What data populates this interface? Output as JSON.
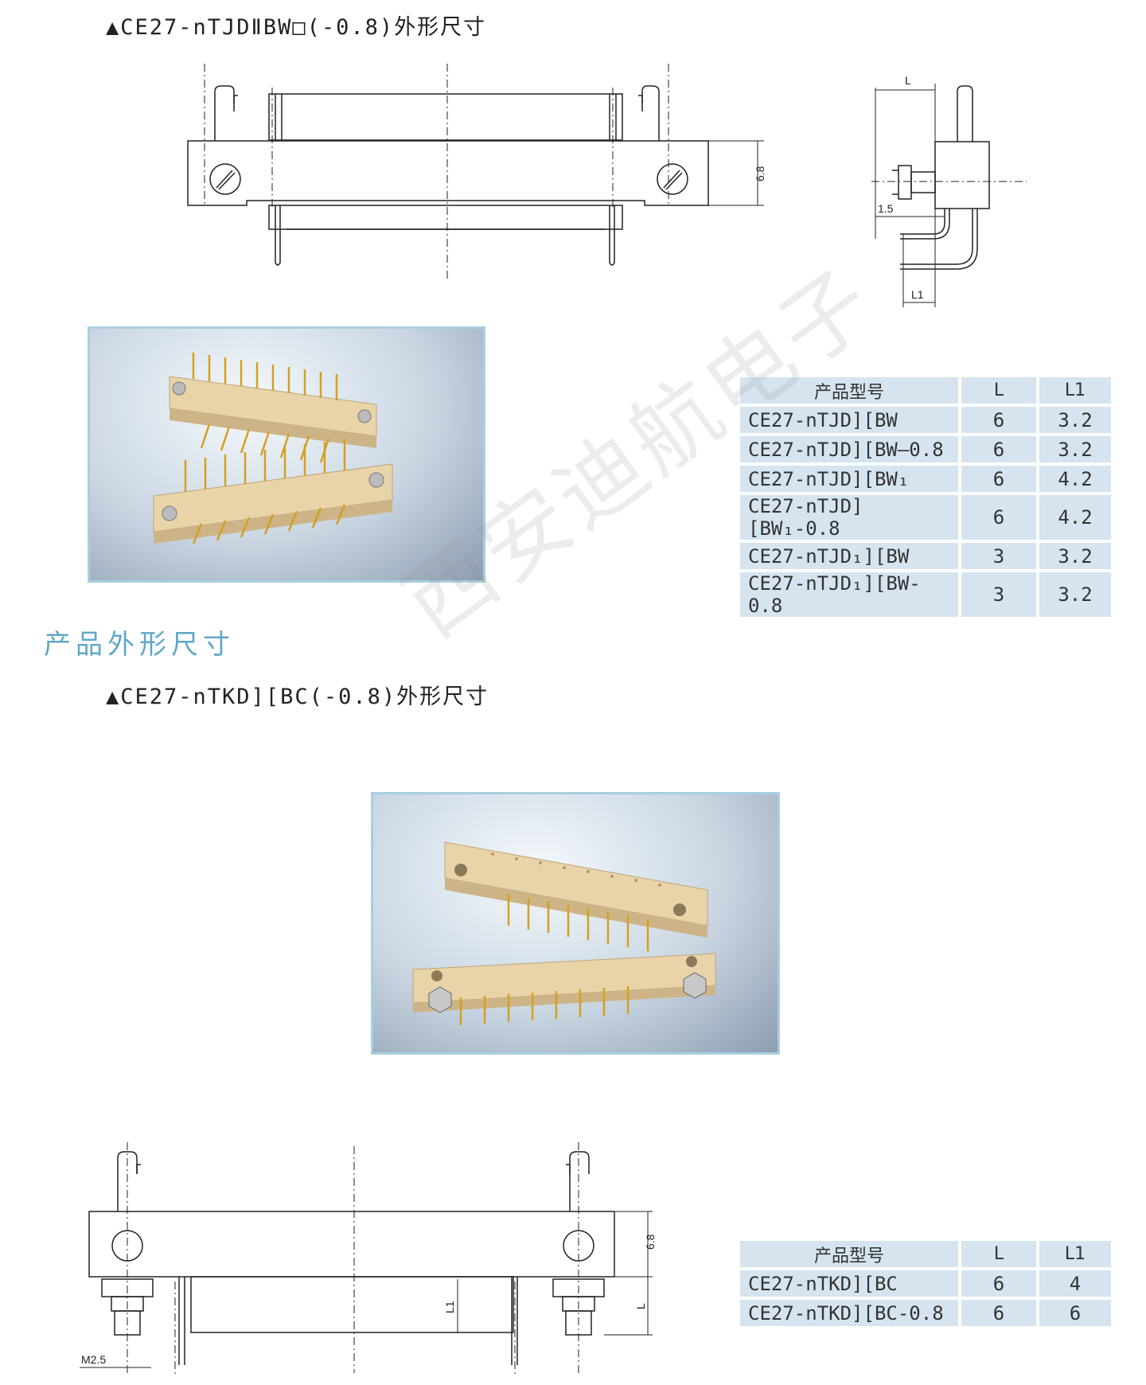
{
  "section1": {
    "heading": "▲CE27-nTJDⅡBW□(-0.8)外形尺寸",
    "front_view": {
      "dim_height": "6.8"
    },
    "side_view": {
      "dim_L": "L",
      "dim_15": "1.5",
      "dim_L1": "L1"
    },
    "table": {
      "headers": [
        "产品型号",
        "L",
        "L1"
      ],
      "rows": [
        {
          "model": "CE27-nTJD][BW",
          "L": "6",
          "L1": "3.2"
        },
        {
          "model": "CE27-nTJD][BW—0.8",
          "L": "6",
          "L1": "3.2"
        },
        {
          "model": "CE27-nTJD][BW₁",
          "L": "6",
          "L1": "4.2"
        },
        {
          "model": "CE27-nTJD][BW₁-0.8",
          "L": "6",
          "L1": "4.2"
        },
        {
          "model": "CE27-nTJD₁][BW",
          "L": "3",
          "L1": "3.2"
        },
        {
          "model": "CE27-nTJD₁][BW-0.8",
          "L": "3",
          "L1": "3.2"
        }
      ]
    }
  },
  "section_title": "产品外形尺寸",
  "watermark": "西安迪航电子",
  "section2": {
    "heading": "▲CE27-nTKD][BC(-0.8)外形尺寸",
    "front_view": {
      "dim_height": "6.8",
      "dim_L1": "L1",
      "dim_L": "L",
      "dim_thread": "M2.5"
    },
    "table": {
      "headers": [
        "产品型号",
        "L",
        "L1"
      ],
      "rows": [
        {
          "model": "CE27-nTKD][BC",
          "L": "6",
          "L1": "4"
        },
        {
          "model": "CE27-nTKD][BC-0.8",
          "L": "6",
          "L1": "6"
        }
      ]
    }
  },
  "colors": {
    "accent": "#5fa8c6",
    "table_fill": "#d5e4ef",
    "photo_border": "#a9cfe0"
  }
}
